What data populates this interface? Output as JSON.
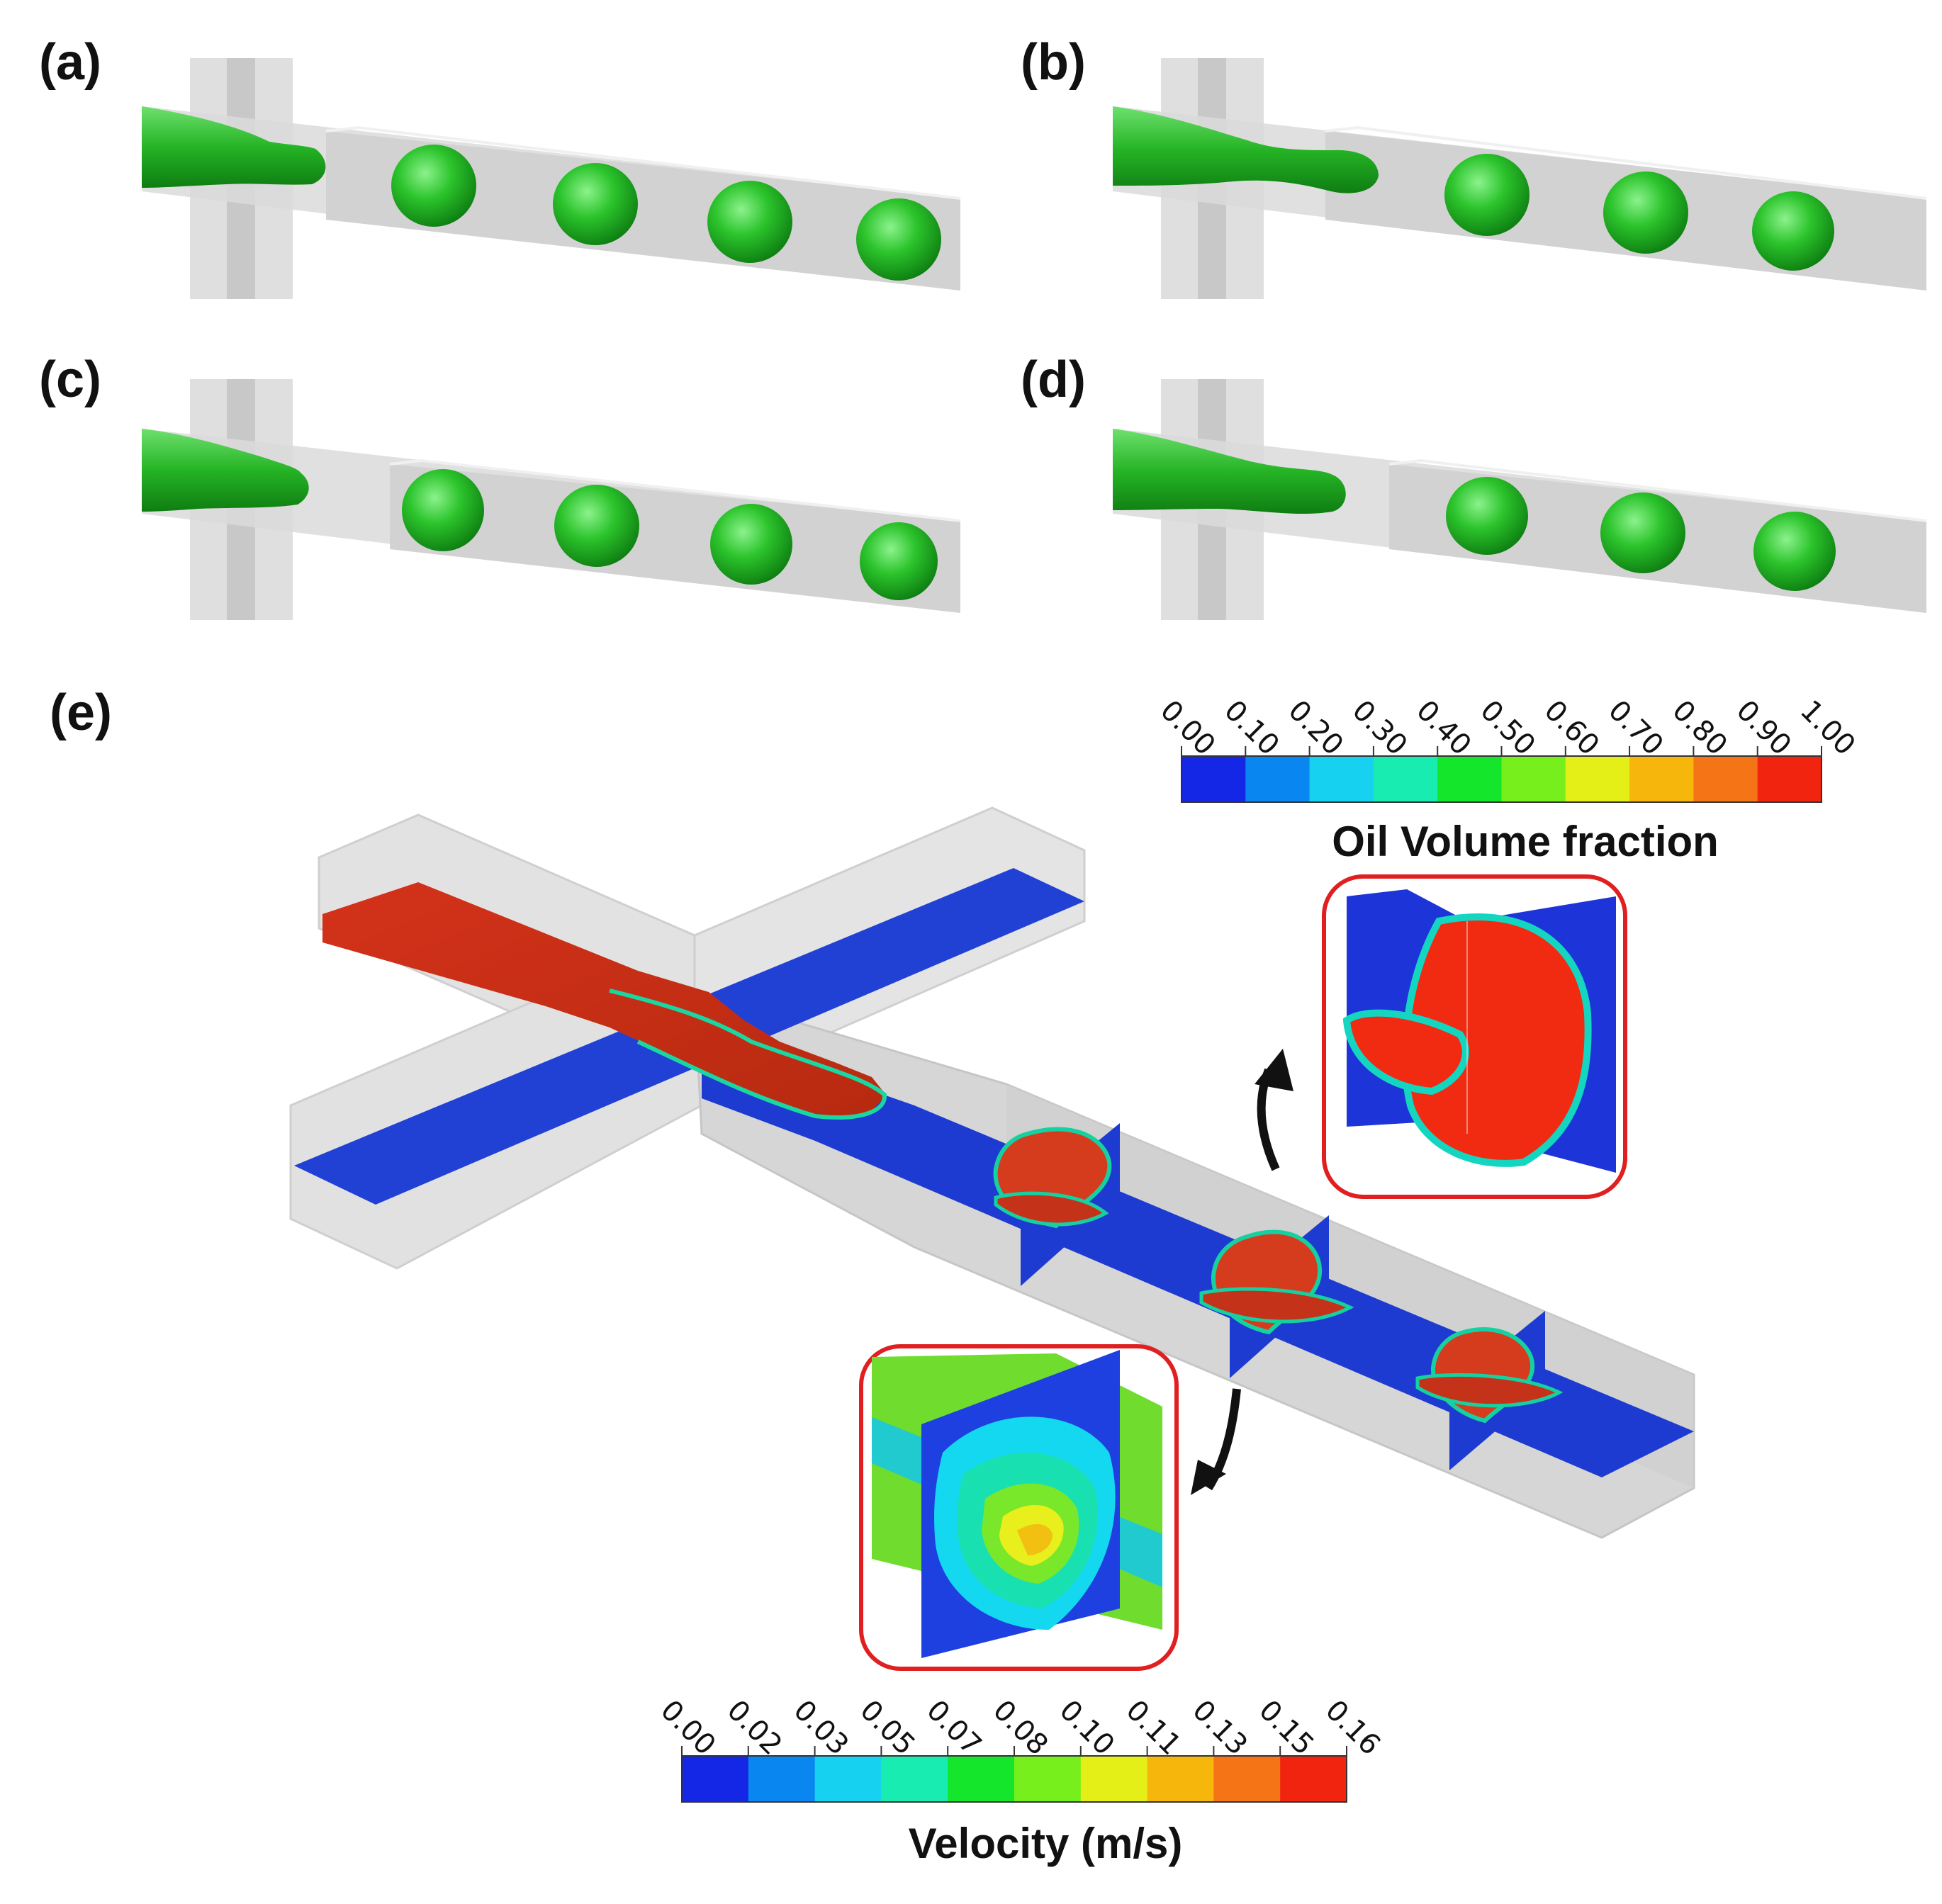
{
  "panels": {
    "a": "(a)",
    "b": "(b)",
    "c": "(c)",
    "d": "(d)",
    "e": "(e)"
  },
  "colorbars": {
    "oil": {
      "title": "Oil Volume fraction",
      "ticks": [
        "0.00",
        "0.10",
        "0.20",
        "0.30",
        "0.40",
        "0.50",
        "0.60",
        "0.70",
        "0.80",
        "0.90",
        "1.00"
      ]
    },
    "velocity": {
      "title": "Velocity (m/s)",
      "ticks": [
        "0.00",
        "0.02",
        "0.03",
        "0.05",
        "0.07",
        "0.08",
        "0.10",
        "0.11",
        "0.13",
        "0.15",
        "0.16"
      ]
    }
  },
  "palette": [
    "#1426e6",
    "#0a86f0",
    "#16d2f0",
    "#19ecb0",
    "#13e62b",
    "#77ef1c",
    "#e4ef18",
    "#f7b60c",
    "#f57415",
    "#f1250f"
  ],
  "colors": {
    "droplet": "#2fc32f",
    "oil": "#cf3517",
    "water": "#1f3ed6",
    "channel": "#d9d9d9",
    "inset_border": "#e02020"
  }
}
